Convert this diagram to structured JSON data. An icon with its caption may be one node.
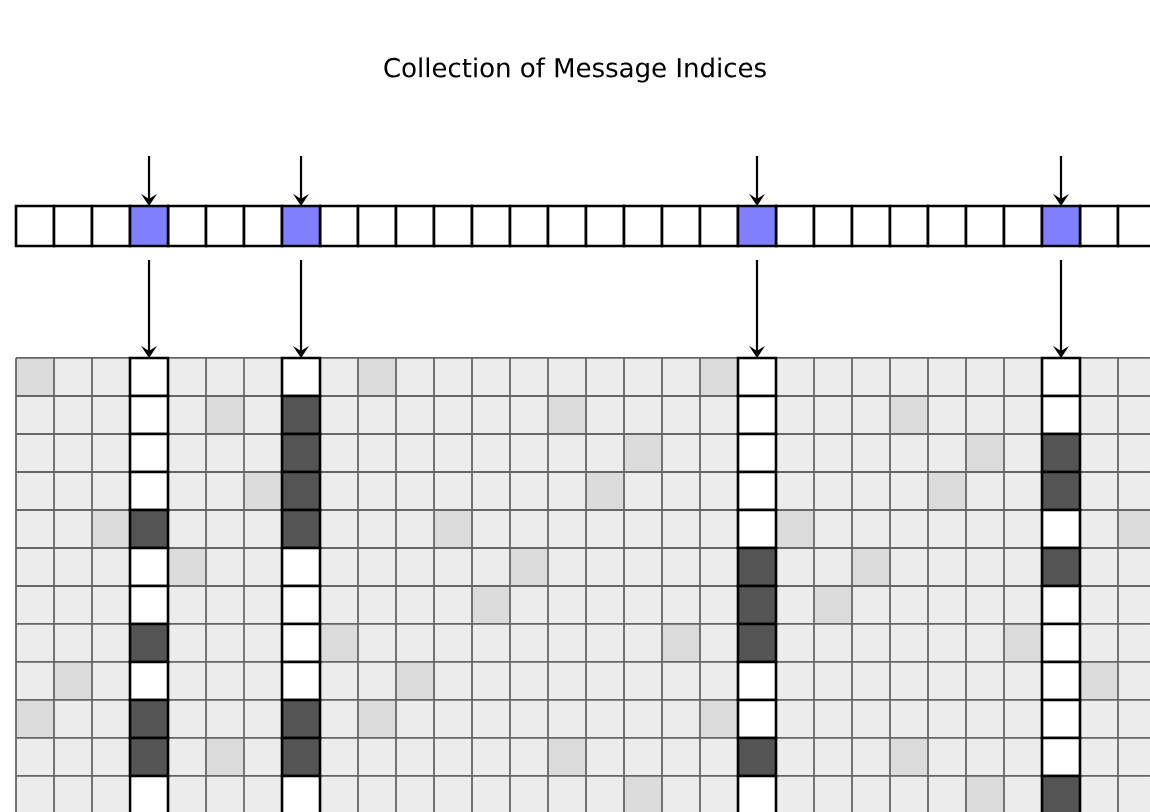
{
  "diagram": {
    "title": "Collection of Message Indices",
    "nodes": [
      {
        "text": [],
        "shape": "box"
      },
      {
        "text": [],
        "shape": "box"
      },
      {
        "text": [],
        "shape": "box"
      },
      {
        "text": [],
        "shape": "box"
      },
      {
        "text": [],
        "shape": "bar"
      },
      {
        "text": [],
        "shape": "bar"
      },
      {
        "text": [],
        "shape": "bar"
      },
      {
        "text": [],
        "shape": "bar"
      }
    ],
    "edges": [
      {
        "from": null,
        "to": 0,
        "arrow": "to"
      },
      {
        "from": null,
        "to": 1,
        "arrow": "to"
      },
      {
        "from": null,
        "to": 2,
        "arrow": "to"
      },
      {
        "from": null,
        "to": 3,
        "arrow": "to"
      },
      {
        "from": 0,
        "to": 4,
        "arrow": "to"
      },
      {
        "from": 1,
        "to": 5,
        "arrow": "to"
      },
      {
        "from": 2,
        "to": 6,
        "arrow": "to"
      },
      {
        "from": 3,
        "to": 7,
        "arrow": "to"
      }
    ]
  }
}
